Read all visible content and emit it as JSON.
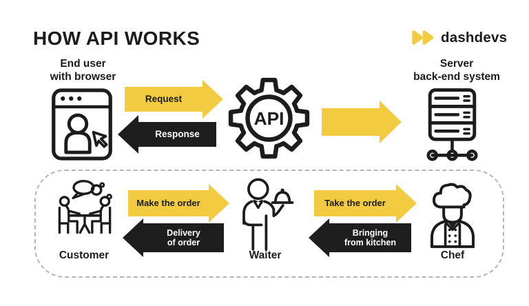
{
  "header": {
    "title": "HOW API WORKS",
    "logo_text": "dashdevs"
  },
  "colors": {
    "yellow": "#F3CB41",
    "black": "#1E1E1E",
    "ink": "#1C1C1C",
    "dashed_border": "#B5B5B5",
    "background": "#FFFFFF"
  },
  "top_flow": {
    "end_user_label": "End user\nwith browser",
    "request_label": "Request",
    "response_label": "Response",
    "api_label": "API",
    "server_label": "Server\nback-end system"
  },
  "analogy_flow": {
    "customer_label": "Customer",
    "make_order_label": "Make the order",
    "delivery_label": "Delivery\nof order",
    "waiter_label": "Waiter",
    "take_order_label": "Take the order",
    "bringing_label": "Bringing\nfrom kitchen",
    "chef_label": "Chef"
  },
  "icons": {
    "logo": "double-play-triangles-icon",
    "end_user": "browser-user-icon",
    "api_hub": "gear-api-icon",
    "server": "server-rack-network-icon",
    "customer": "customers-at-table-icon",
    "waiter": "waiter-with-tray-icon",
    "chef": "chef-icon"
  }
}
